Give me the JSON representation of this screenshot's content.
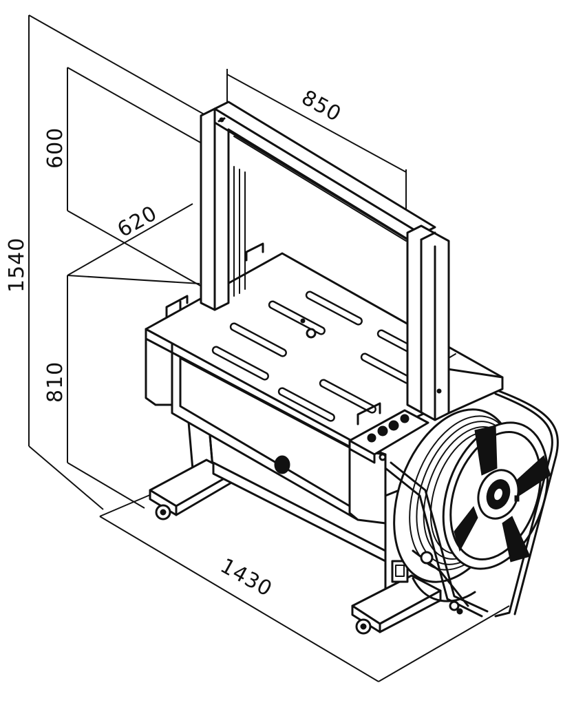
{
  "dimensions": {
    "frame_width": "850",
    "frame_height": "600",
    "table_depth": "620",
    "total_height": "1540",
    "table_height": "810",
    "length": "1430"
  }
}
